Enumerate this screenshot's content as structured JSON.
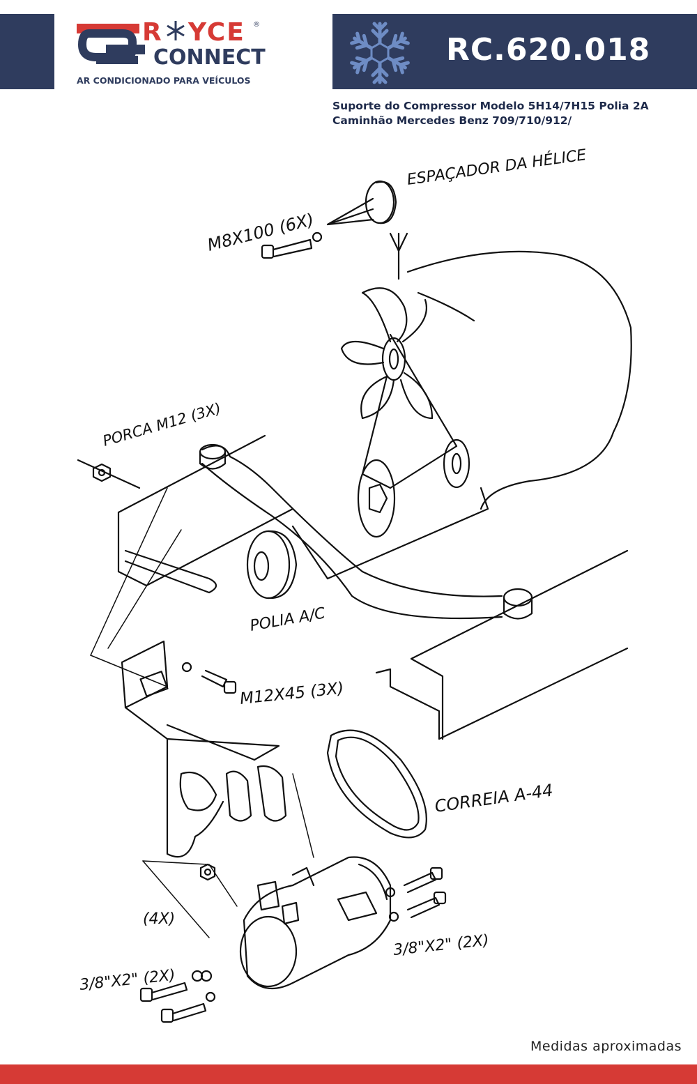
{
  "brand": {
    "name_top": "ROYCE",
    "name_bottom": "CONNECT",
    "tagline": "AR CONDICIONADO PARA VEÍCULOS",
    "registered_mark": "®",
    "colors": {
      "navy": "#2f3c5e",
      "red": "#d63a35",
      "snow": "#6e8cc4"
    }
  },
  "header": {
    "code": "RC.620.018",
    "description": "Suporte do Compressor Modelo 5H14/7H15 Polia 2A Caminhão Mercedes Benz 709/710/912/",
    "icon": "snowflake-icon"
  },
  "diagram": {
    "labels": {
      "espacador": "ESPAÇADOR DA HÉLICE",
      "bolt_m8": "M8X100 (6X)",
      "porca": "PORCA M12 (3X)",
      "polia": "POLIA A/C",
      "bolt_m12": "M12X45 (3X)",
      "correia": "CORREIA A-44",
      "count_4x": "(4X)",
      "bolt_38_right": "3/8\"X2\" (2X)",
      "bolt_38_left": "3/8\"X2\" (2X)"
    }
  },
  "footer": {
    "note": "Medidas aproximadas"
  }
}
